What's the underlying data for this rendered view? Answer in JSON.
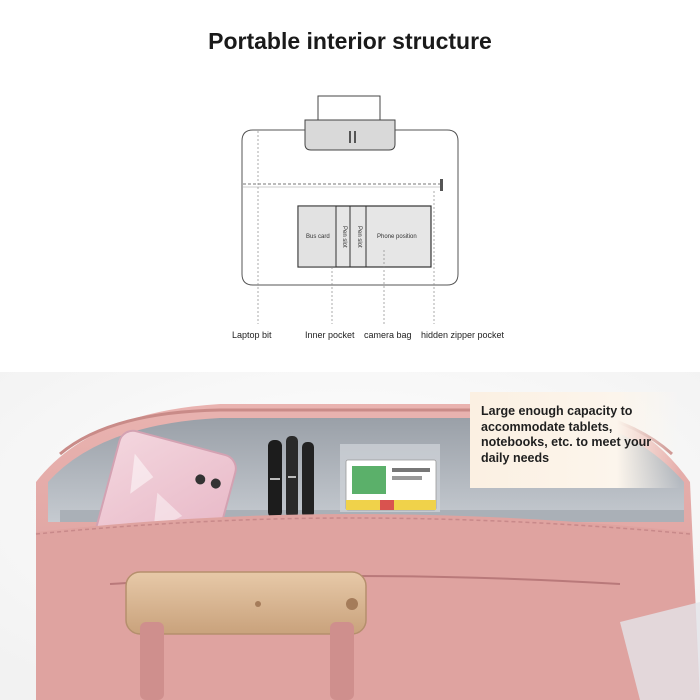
{
  "title": "Portable interior structure",
  "diagram": {
    "slots": {
      "bus_card": "Bus card",
      "pen_slot_1": "Pen slot",
      "pen_slot_2": "Pen slot",
      "phone_position": "Phone position"
    },
    "callouts": {
      "laptop_bit": "Laptop bit",
      "inner_pocket": "Inner pocket",
      "camera_bag": "camera bag",
      "hidden_zipper_pocket": "hidden zipper pocket"
    }
  },
  "caption": "Large enough capacity to accommodate tablets, notebooks, etc. to meet your daily needs",
  "colors": {
    "bag_pink": "#e3a9a7",
    "lining_gray": "#b9bec4",
    "caption_background": "#fbf0e2"
  }
}
